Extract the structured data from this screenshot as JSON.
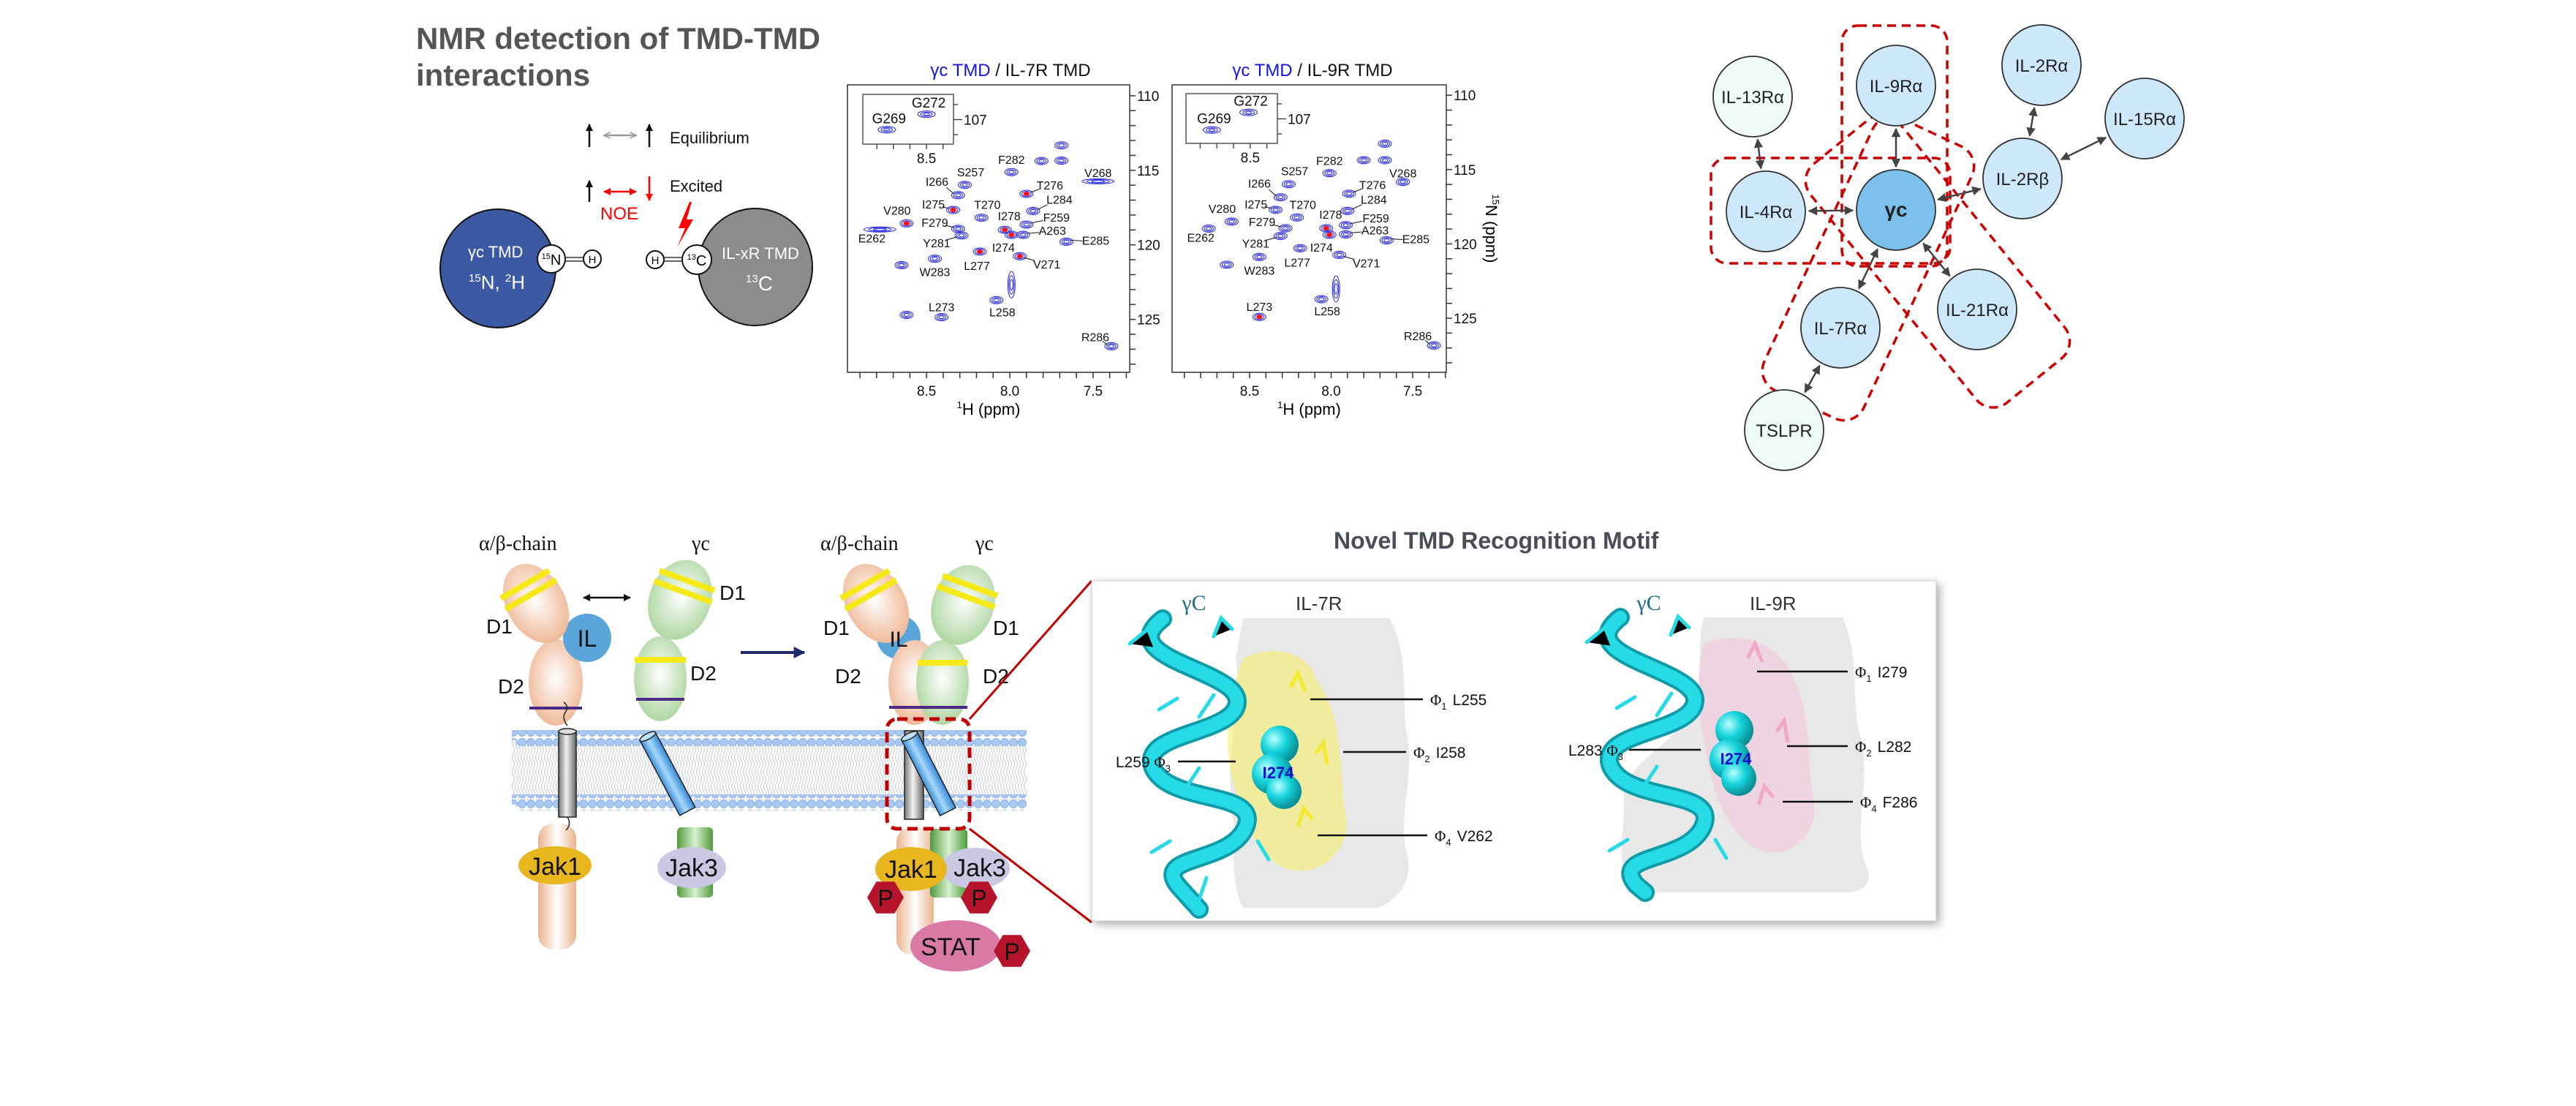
{
  "nmr": {
    "title_line1": "NMR detection of TMD-TMD",
    "title_line2": "interactions",
    "equilibrium_label": "Equilibrium",
    "excited_label": "Excited",
    "noe_label": "NOE",
    "gc_sphere": {
      "name": "γc TMD",
      "n_mass": "15",
      "n_sym": "N, ",
      "h_mass": "2",
      "h_sym": "H"
    },
    "atom_n": {
      "mass": "15",
      "sym": "N"
    },
    "atom_h": "H",
    "atom_c": {
      "mass": "13",
      "sym": "C"
    },
    "ilxr_sphere": {
      "name": "IL-xR TMD",
      "c_mass": "13",
      "c_sym": "C"
    },
    "colors": {
      "gc_blue": "#3c59a4",
      "ilxr_gray": "#8c8c8c",
      "noe_red": "#ff0000"
    }
  },
  "chart_data": [
    {
      "type": "scatter",
      "title_parts": [
        "γc TMD",
        " / IL-7R TMD"
      ],
      "xlabel_sup": "1",
      "xlabel": "H (ppm)",
      "ylabel_sup": "15",
      "ylabel": "N (ppm)",
      "xlim": [
        8.975,
        7.28
      ],
      "ylim": [
        109.27,
        128.55
      ],
      "xticks": [
        8.5,
        8.0,
        7.5
      ],
      "xtick_labels": [
        "8.5",
        "8.0",
        "7.5"
      ],
      "yticks": [
        110,
        115,
        120,
        125
      ],
      "ytick_labels": [
        "110",
        "115",
        "120",
        "125"
      ],
      "colors": {
        "contour": "#3434e0",
        "noe": "#ff1010"
      },
      "inset": {
        "xlim": [
          8.885,
          8.337
        ],
        "ylim": [
          105.32,
          108.63
        ],
        "xtick_label": "8.5",
        "ytick_label": "107",
        "peaks": [
          {
            "label": "G272",
            "h": 8.5,
            "n": 106.64
          },
          {
            "label": "G269",
            "h": 8.74,
            "n": 107.67
          }
        ]
      },
      "peaks": [
        {
          "label": "F282",
          "h": 7.99,
          "n": 115.12
        },
        {
          "label": "S257",
          "h": 8.27,
          "n": 115.98
        },
        {
          "label": "I266",
          "h": 8.31,
          "n": 116.67
        },
        {
          "label": "T276",
          "h": 7.9,
          "n": 116.58,
          "noe": true
        },
        {
          "label": "V268",
          "h": 7.47,
          "n": 115.74,
          "shape": "broad-h"
        },
        {
          "label": "L284",
          "h": 7.86,
          "n": 117.73
        },
        {
          "label": "I275",
          "h": 8.34,
          "n": 117.66,
          "noe": true
        },
        {
          "label": "T270",
          "h": 8.17,
          "n": 118.18
        },
        {
          "label": "V280",
          "h": 8.62,
          "n": 118.56,
          "noe": true
        },
        {
          "label": "I278",
          "h": 8.03,
          "n": 118.99,
          "noe": true
        },
        {
          "label": "F259",
          "h": 7.9,
          "n": 118.64
        },
        {
          "label": "F279",
          "h": 8.31,
          "n": 118.93
        },
        {
          "label": "A263",
          "h": 7.92,
          "n": 119.33
        },
        {
          "label": "E262",
          "h": 8.78,
          "n": 118.97,
          "shape": "broad-h"
        },
        {
          "label": "Y281",
          "h": 8.29,
          "n": 119.37
        },
        {
          "label": "I274",
          "h": 7.99,
          "n": 119.33,
          "noe": true
        },
        {
          "label": "E285",
          "h": 7.66,
          "n": 119.79
        },
        {
          "label": "L277",
          "h": 8.18,
          "n": 120.45,
          "noe": true
        },
        {
          "label": "V271",
          "h": 7.94,
          "n": 120.76,
          "noe": true
        },
        {
          "label": "W283",
          "h": 8.45,
          "n": 120.93
        },
        {
          "label": "",
          "h": 8.65,
          "n": 121.36
        },
        {
          "label": "",
          "h": 7.99,
          "n": 122.68,
          "shape": "broad-n"
        },
        {
          "label": "L258",
          "h": 8.08,
          "n": 123.71
        },
        {
          "label": "L273",
          "h": 8.41,
          "n": 124.85
        },
        {
          "label": "R286",
          "h": 7.39,
          "n": 126.8
        },
        {
          "label": "",
          "h": 7.69,
          "n": 113.33
        },
        {
          "label": "",
          "h": 7.69,
          "n": 114.35
        },
        {
          "label": "",
          "h": 7.81,
          "n": 114.38
        },
        {
          "label": "",
          "h": 8.62,
          "n": 124.7
        }
      ]
    },
    {
      "type": "scatter",
      "title_parts": [
        "γc TMD",
        " / IL-9R TMD"
      ],
      "xlabel_sup": "1",
      "xlabel": "H (ppm)",
      "ylabel_sup": "15",
      "ylabel": "N (ppm)",
      "xlim": [
        8.975,
        7.294
      ],
      "ylim": [
        109.3,
        128.64
      ],
      "xticks": [
        8.5,
        8.0,
        7.5
      ],
      "xtick_labels": [
        "8.5",
        "8.0",
        "7.5"
      ],
      "yticks": [
        110,
        115,
        120,
        125
      ],
      "ytick_labels": [
        "110",
        "115",
        "120",
        "125"
      ],
      "colors": {
        "contour": "#3434e0",
        "noe": "#ff1010"
      },
      "inset": {
        "xlim": [
          8.885,
          8.337
        ],
        "ylim": [
          105.32,
          108.63
        ],
        "xtick_label": "8.5",
        "ytick_label": "107",
        "peaks": [
          {
            "label": "G272",
            "h": 8.51,
            "n": 106.57
          },
          {
            "label": "G269",
            "h": 8.73,
            "n": 107.74
          }
        ]
      },
      "peaks": [
        {
          "label": "F282",
          "h": 8.01,
          "n": 115.24
        },
        {
          "label": "S257",
          "h": 8.26,
          "n": 115.98
        },
        {
          "label": "I266",
          "h": 8.31,
          "n": 116.86
        },
        {
          "label": "T276",
          "h": 7.89,
          "n": 116.62
        },
        {
          "label": "V268",
          "h": 7.56,
          "n": 115.83
        },
        {
          "label": "L284",
          "h": 7.9,
          "n": 117.78
        },
        {
          "label": "I275",
          "h": 8.34,
          "n": 117.71
        },
        {
          "label": "T270",
          "h": 8.21,
          "n": 118.22
        },
        {
          "label": "V280",
          "h": 8.61,
          "n": 118.5
        },
        {
          "label": "I278",
          "h": 8.03,
          "n": 118.95,
          "noe": true
        },
        {
          "label": "F259",
          "h": 7.91,
          "n": 118.74
        },
        {
          "label": "F279",
          "h": 8.28,
          "n": 118.95
        },
        {
          "label": "A263",
          "h": 7.91,
          "n": 119.36
        },
        {
          "label": "E262",
          "h": 8.75,
          "n": 118.97
        },
        {
          "label": "Y281",
          "h": 8.31,
          "n": 119.47
        },
        {
          "label": "I274",
          "h": 8.01,
          "n": 119.38,
          "noe": true
        },
        {
          "label": "E285",
          "h": 7.66,
          "n": 119.76
        },
        {
          "label": "L277",
          "h": 8.19,
          "n": 120.29
        },
        {
          "label": "V271",
          "h": 7.95,
          "n": 120.74
        },
        {
          "label": "W283",
          "h": 8.44,
          "n": 120.88
        },
        {
          "label": "",
          "h": 8.64,
          "n": 121.4
        },
        {
          "label": "",
          "h": 7.97,
          "n": 123.03,
          "shape": "broad-n"
        },
        {
          "label": "L258",
          "h": 8.06,
          "n": 123.72
        },
        {
          "label": "L273",
          "h": 8.44,
          "n": 124.91,
          "noe": true
        },
        {
          "label": "R286",
          "h": 7.37,
          "n": 126.83
        },
        {
          "label": "",
          "h": 7.67,
          "n": 113.26
        },
        {
          "label": "",
          "h": 7.67,
          "n": 114.37
        },
        {
          "label": "",
          "h": 7.8,
          "n": 114.37
        }
      ]
    }
  ],
  "network": {
    "nodes": [
      {
        "id": "il13",
        "label": "IL-13Rα",
        "tone": "pale"
      },
      {
        "id": "il9",
        "label": "IL-9Rα",
        "tone": "light"
      },
      {
        "id": "il2a",
        "label": "IL-2Rα",
        "tone": "light"
      },
      {
        "id": "il15",
        "label": "IL-15Rα",
        "tone": "light"
      },
      {
        "id": "il2b",
        "label": "IL-2Rβ",
        "tone": "light"
      },
      {
        "id": "il4",
        "label": "IL-4Rα",
        "tone": "light"
      },
      {
        "id": "gc",
        "label": "γc",
        "tone": "center"
      },
      {
        "id": "il21",
        "label": "IL-21Rα",
        "tone": "light"
      },
      {
        "id": "il7",
        "label": "IL-7Rα",
        "tone": "light"
      },
      {
        "id": "tslpr",
        "label": "TSLPR",
        "tone": "pale"
      }
    ],
    "edges": [
      [
        "il13",
        "il4"
      ],
      [
        "il9",
        "gc"
      ],
      [
        "il4",
        "gc"
      ],
      [
        "gc",
        "il2b"
      ],
      [
        "il2a",
        "il2b"
      ],
      [
        "il15",
        "il2b"
      ],
      [
        "gc",
        "il7"
      ],
      [
        "gc",
        "il21"
      ],
      [
        "il7",
        "tslpr"
      ]
    ],
    "highlighted_groups": [
      [
        "il9",
        "gc"
      ],
      [
        "il4",
        "gc"
      ],
      [
        "il7",
        "gc"
      ],
      [
        "il21",
        "gc"
      ]
    ],
    "colors": {
      "center": "#7cc1ee",
      "light": "#cde8fb",
      "pale": "#effbf7",
      "highlight": "#cc0000"
    }
  },
  "signaling": {
    "alpha_beta_chain": "α/β-chain",
    "gamma_c": "γc",
    "d1": "D1",
    "d2": "D2",
    "il": "IL",
    "jak1": "Jak1",
    "jak3": "Jak3",
    "p": "P",
    "stat": "STAT"
  },
  "motif": {
    "title": "Novel TMD Recognition Motif",
    "panels": [
      {
        "gc_label": "γC",
        "receptor": "IL-7R",
        "center_residue": "I274",
        "phi": [
          {
            "sym": "Φ",
            "sub": "1",
            "res": "L255"
          },
          {
            "sym": "Φ",
            "sub": "2",
            "res": "I258"
          },
          {
            "sym": "Φ",
            "sub": "4",
            "res": "V262"
          }
        ],
        "phi3": {
          "res": "L259",
          "sym": "Φ",
          "sub": "3"
        },
        "surface_color": "#f7ee6a"
      },
      {
        "gc_label": "γC",
        "receptor": "IL-9R",
        "center_residue": "I274",
        "phi": [
          {
            "sym": "Φ",
            "sub": "1",
            "res": "I279"
          },
          {
            "sym": "Φ",
            "sub": "2",
            "res": "L282"
          },
          {
            "sym": "Φ",
            "sub": "4",
            "res": "F286"
          }
        ],
        "phi3": {
          "res": "L283",
          "sym": "Φ",
          "sub": "3"
        },
        "surface_color": "#f2c6da"
      }
    ]
  }
}
